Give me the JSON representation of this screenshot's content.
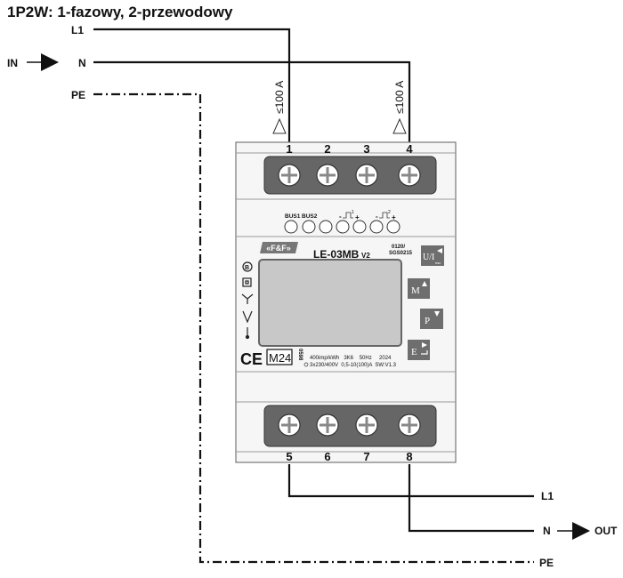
{
  "title": "1P2W: 1-fazowy, 2-przewodowy",
  "inputs": {
    "in_label": "IN",
    "l1": "L1",
    "n": "N",
    "pe": "PE"
  },
  "outputs": {
    "out_label": "OUT",
    "l1": "L1",
    "n": "N",
    "pe": "PE"
  },
  "current_limit_1": "≤100 A",
  "current_limit_4": "≤100 A",
  "top_terminals": [
    "1",
    "2",
    "3",
    "4"
  ],
  "bottom_terminals": [
    "5",
    "6",
    "7",
    "8"
  ],
  "bus": {
    "bus1": "BUS1",
    "bus2": "BUS2",
    "pulse1": "1",
    "pulse2": "2",
    "minus": "-",
    "plus": "+"
  },
  "device": {
    "brand": "«F&F»",
    "model": "LE-03MB",
    "version": "V2",
    "cert_line1": "0120/",
    "cert_line2": "SGS0215",
    "buttons": {
      "ui": "U/I",
      "esc": "esc",
      "m": "M",
      "p": "P",
      "e": "E"
    },
    "ce": "CE",
    "m24": "M24",
    "notified_body": "0598",
    "spec_line1": "400imp/kWh   3K6    50Hz     2024",
    "spec_line2": "3x230/400V  0,5-10(100)A  SW:V1.3"
  },
  "colors": {
    "terminal_bar": "#666666",
    "body": "#f4f4f4",
    "display": "#c8c8c8",
    "button": "#6e6e6e"
  }
}
